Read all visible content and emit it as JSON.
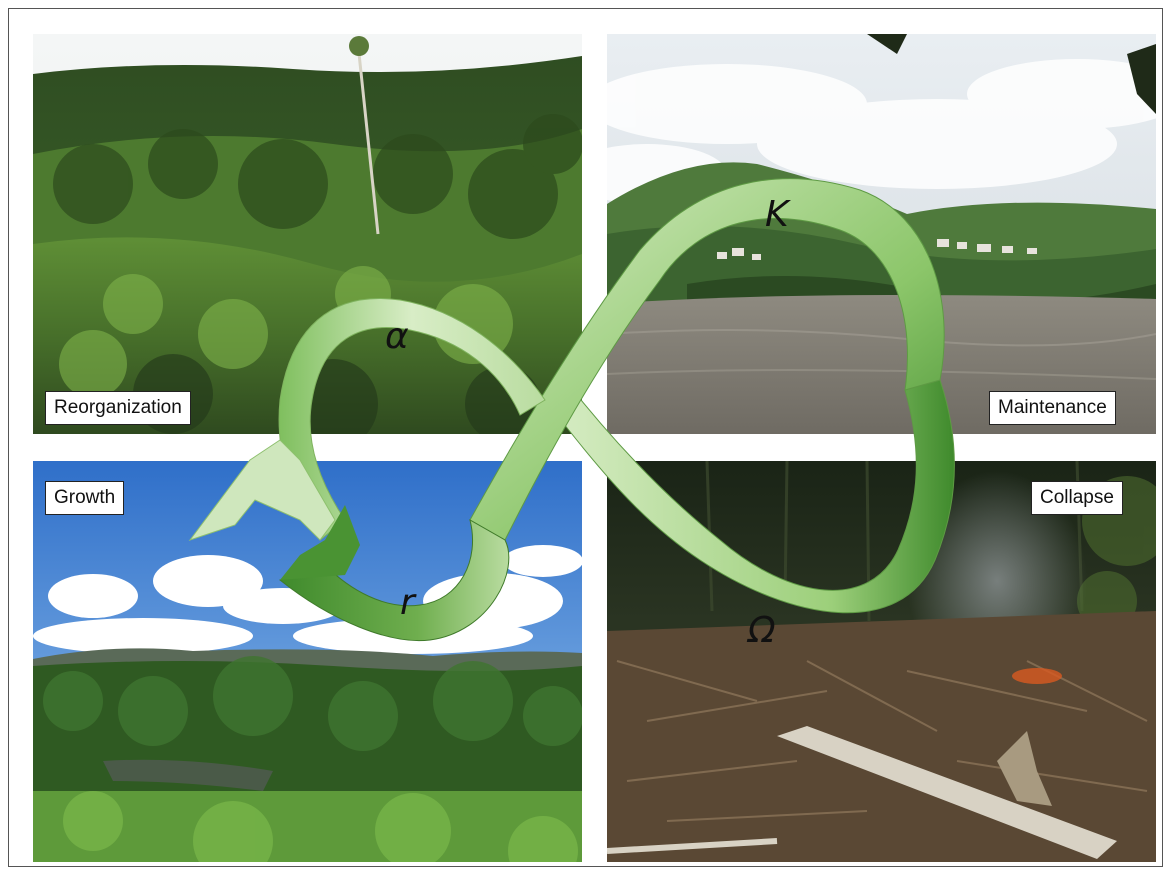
{
  "panels": {
    "reorganization": "Reorganization",
    "maintenance": "Maintenance",
    "growth": "Growth",
    "collapse": "Collapse"
  },
  "phases": {
    "alpha": "α",
    "k": "K",
    "r": "r",
    "omega": "Ω"
  },
  "colors": {
    "ribbon_dark": "#3f8a2c",
    "ribbon_light": "#d8edc6",
    "sky_blue": "#3f7fd0",
    "river": "#8a8478"
  }
}
